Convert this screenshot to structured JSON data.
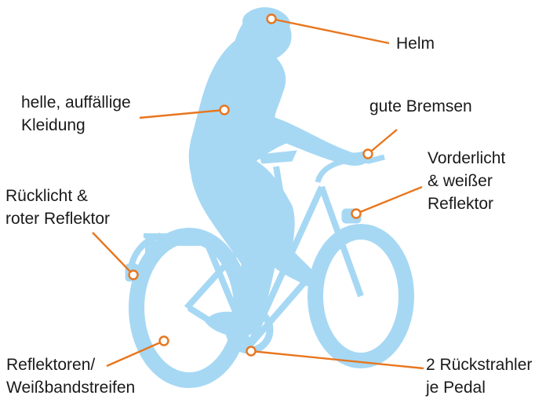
{
  "figure": {
    "silhouette_color": "#a6d8f4",
    "accent_color": "#e8761e",
    "subject": "cyclist-silhouette"
  },
  "labels": {
    "helmet": [
      "Helm"
    ],
    "clothing": [
      "helle, auffällige",
      "Kleidung"
    ],
    "brakes": [
      "gute Bremsen"
    ],
    "front_light": [
      "Vorderlicht",
      "& weißer",
      "Reflektor"
    ],
    "rear_light": [
      "Rücklicht &",
      "roter Reflektor"
    ],
    "spoke_reflectors": [
      "Reflektoren/",
      "Weißbandstreifen"
    ],
    "pedal_reflectors": [
      "2 Rückstrahler",
      "je Pedal"
    ]
  }
}
